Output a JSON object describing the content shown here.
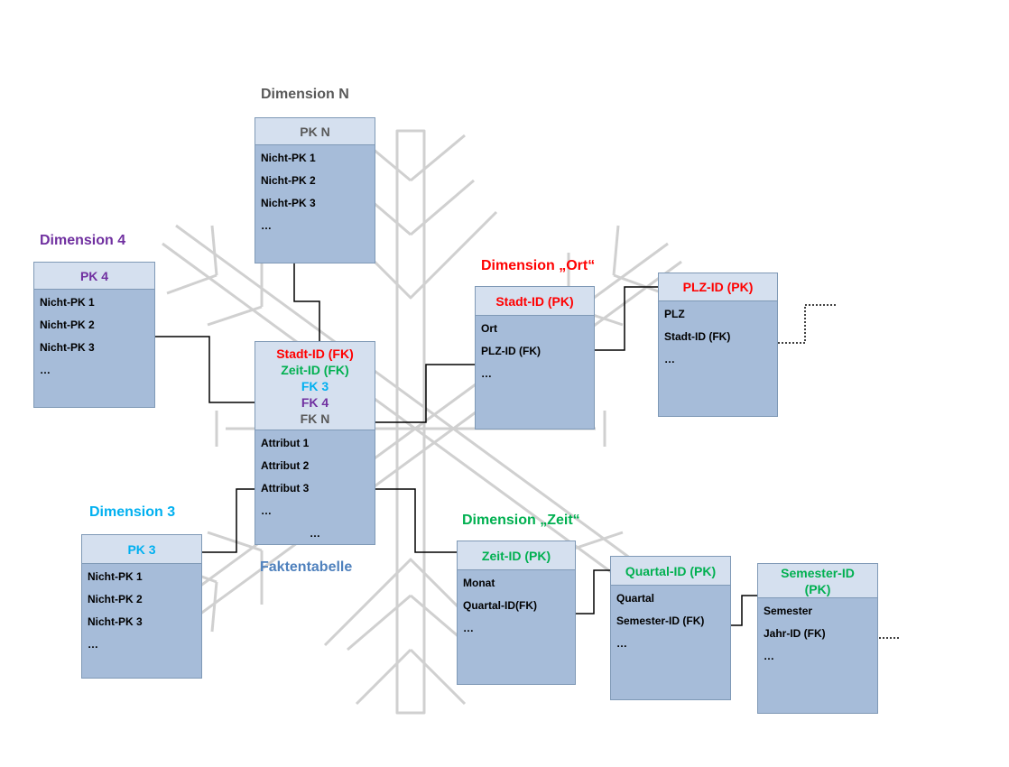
{
  "colors": {
    "red": "#ff0000",
    "green": "#00b050",
    "cyan": "#00b0f0",
    "purple": "#7030a0",
    "gray": "#595959",
    "blue_label": "#4f81bd",
    "table_header": "#d5e0ef",
    "table_body": "#a6bcd9"
  },
  "labels": {
    "dimension_n": "Dimension N",
    "dimension_4": "Dimension 4",
    "dimension_3": "Dimension 3",
    "dimension_ort": "Dimension „Ort“",
    "dimension_zeit": "Dimension „Zeit“",
    "faktentabelle": "Faktentabelle"
  },
  "tables": {
    "dim_n": {
      "header": "PK N",
      "rows": [
        "Nicht-PK 1",
        "Nicht-PK 2",
        "Nicht-PK 3",
        "…"
      ]
    },
    "dim_4": {
      "header": "PK 4",
      "rows": [
        "Nicht-PK 1",
        "Nicht-PK 2",
        "Nicht-PK 3",
        "…"
      ]
    },
    "dim_3": {
      "header": "PK 3",
      "rows": [
        "Nicht-PK 1",
        "Nicht-PK 2",
        "Nicht-PK 3",
        "…"
      ]
    },
    "fact": {
      "header": [
        "Stadt-ID (FK)",
        "Zeit-ID (FK)",
        "FK 3",
        "FK 4",
        "FK N"
      ],
      "rows": [
        "Attribut 1",
        "Attribut 2",
        "Attribut 3",
        "…",
        "…"
      ]
    },
    "ort": {
      "header": "Stadt-ID (PK)",
      "rows": [
        "Ort",
        "PLZ-ID (FK)",
        "…"
      ]
    },
    "plz": {
      "header": "PLZ-ID (PK)",
      "rows": [
        "PLZ",
        "Stadt-ID (FK)",
        "…"
      ]
    },
    "zeit": {
      "header": "Zeit-ID (PK)",
      "rows": [
        "Monat",
        "Quartal-ID(FK)",
        "…"
      ]
    },
    "quartal": {
      "header": "Quartal-ID (PK)",
      "rows": [
        "Quartal",
        "Semester-ID (FK)",
        "…"
      ]
    },
    "semester": {
      "header": "Semester-ID (PK)",
      "rows": [
        "Semester",
        "Jahr-ID (FK)",
        "…"
      ]
    }
  }
}
